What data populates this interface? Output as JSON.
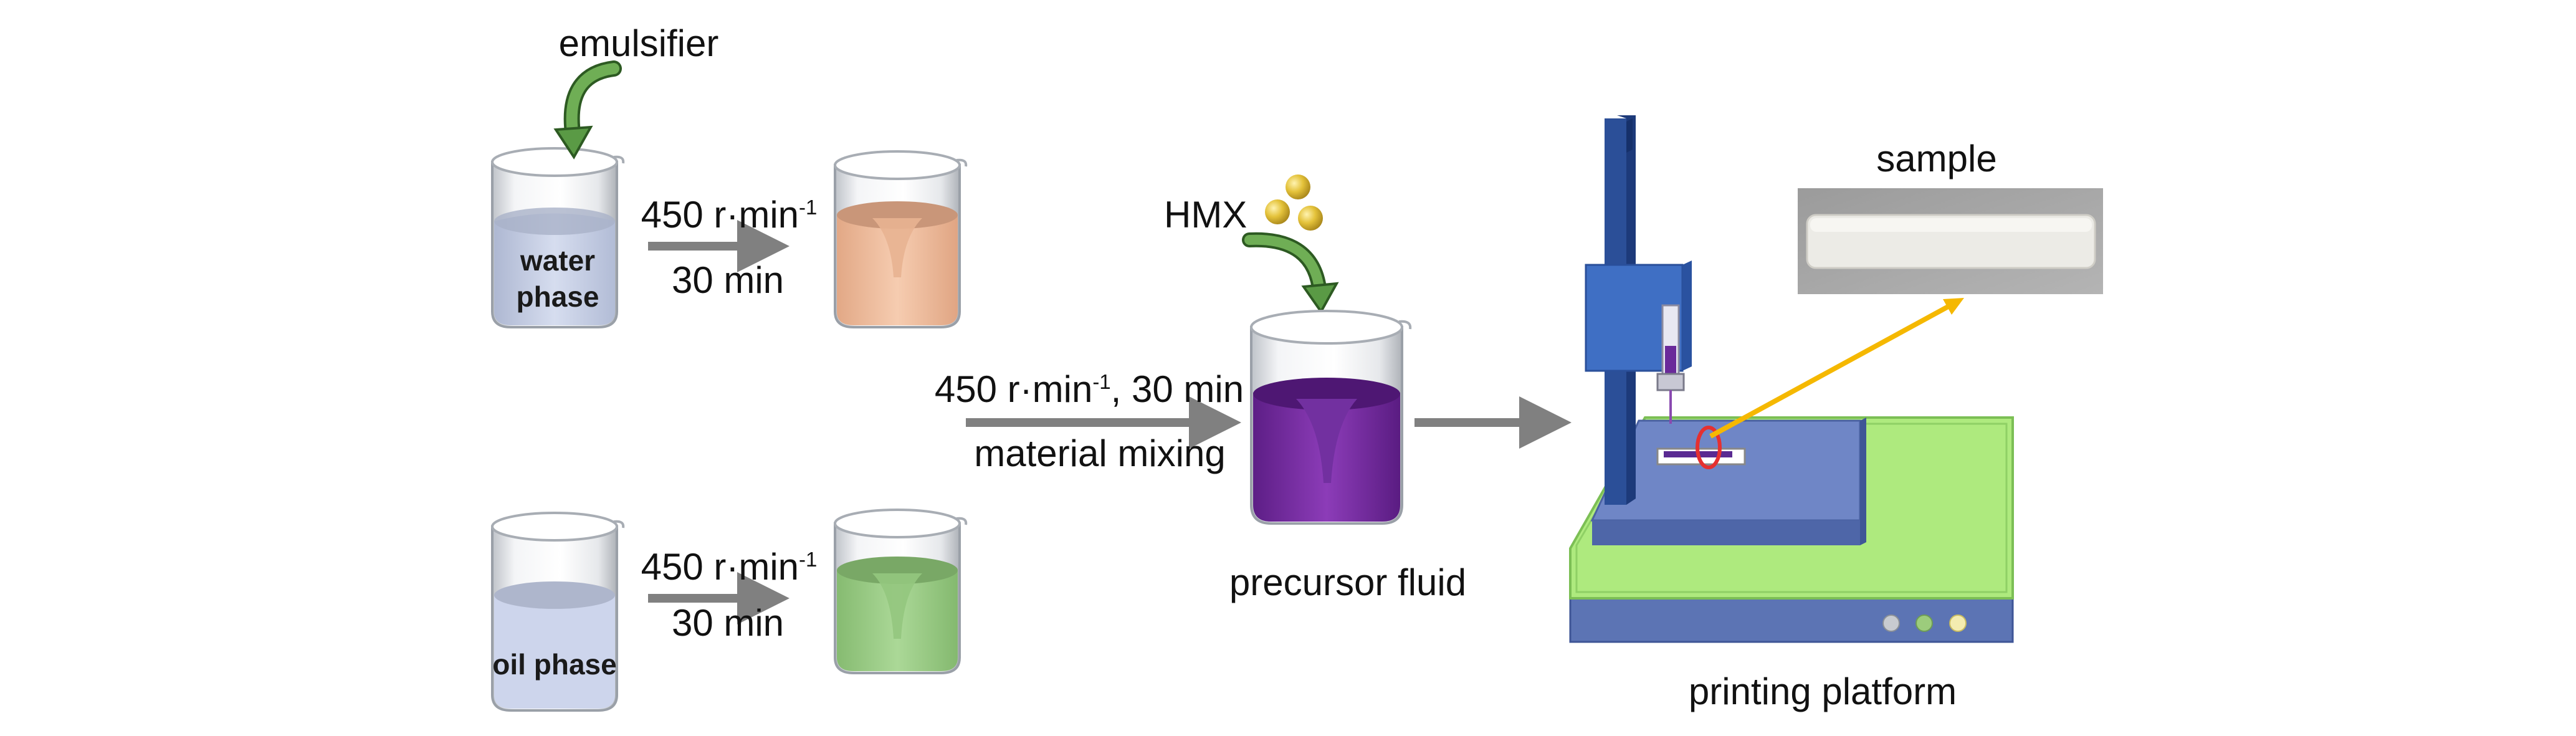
{
  "labels": {
    "emulsifier": "emulsifier",
    "water_phase_line1": "water",
    "water_phase_line2": "phase",
    "oil_phase": "oil phase",
    "speed_top": "450 r·min",
    "speed_top_sup": "-1",
    "time_top": "30 min",
    "speed_bottom": "450 r·min",
    "speed_bottom_sup": "-1",
    "time_bottom": "30 min",
    "mix_speed": "450 r·min",
    "mix_speed_sup": "-1",
    "mix_time": ", 30 min",
    "mix_caption": "material mixing",
    "hmx": "HMX",
    "precursor_fluid": "precursor fluid",
    "sample": "sample",
    "printing_platform": "printing platform"
  },
  "colors": {
    "water_liquid": "#c9d3ea",
    "oil_liquid": "#cfd7ee",
    "emulsion_top": "#f2c3a4",
    "emulsion_bottom": "#9fd08a",
    "precursor": "#7b2fa3",
    "arrow_gray": "#808080",
    "curved_arrow": "#4f8a3f",
    "hmx_particle": "#e2c13a",
    "printer_frame": "#2a4f9a",
    "printer_head": "#3f6fc4",
    "platform_green": "#b6ee82",
    "platform_blue": "#5f7bbf",
    "sample_arrow": "#f5b800",
    "sample_bar": "#ecebe6"
  },
  "icons": {
    "emulsifier_arrow": "curved-arrow-icon",
    "hmx_arrow": "curved-arrow-icon",
    "hmx_particles": "particles-icon"
  }
}
